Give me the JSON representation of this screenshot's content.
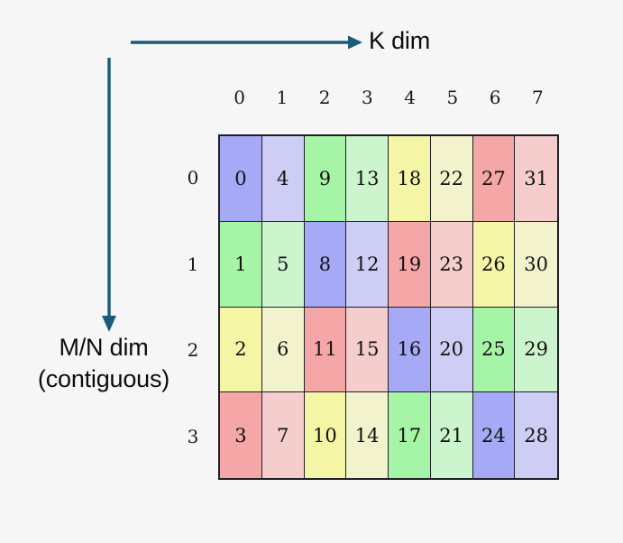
{
  "background_color": "#f5f6f5",
  "arrow_color": "#1a5c78",
  "axes": {
    "horizontal": {
      "label": "K dim",
      "icon": "right-arrow-icon"
    },
    "vertical": {
      "label_line1": "M/N dim",
      "label_line2": "(contiguous)",
      "icon": "down-arrow-icon"
    }
  },
  "grid": {
    "column_headers": [
      "0",
      "1",
      "2",
      "3",
      "4",
      "5",
      "6",
      "7"
    ],
    "row_headers": [
      "0",
      "1",
      "2",
      "3"
    ],
    "border_color": "#1f1f28",
    "palette": {
      "blue": "#a6a9f5",
      "blue_light": "#cdcdf5",
      "green": "#a6f5a6",
      "green_light": "#cdf5cd",
      "yellow": "#f5f5a6",
      "yellow_light": "#f2f2cd",
      "red": "#f5a6a6",
      "red_light": "#f5cdcd"
    },
    "rows": [
      [
        {
          "value": "0",
          "color": "#a6a9f5"
        },
        {
          "value": "4",
          "color": "#cdcdf5"
        },
        {
          "value": "9",
          "color": "#a6f5a6"
        },
        {
          "value": "13",
          "color": "#cdf5cd"
        },
        {
          "value": "18",
          "color": "#f5f5a6"
        },
        {
          "value": "22",
          "color": "#f2f2cd"
        },
        {
          "value": "27",
          "color": "#f5a6a6"
        },
        {
          "value": "31",
          "color": "#f5cdcd"
        }
      ],
      [
        {
          "value": "1",
          "color": "#a6f5a6"
        },
        {
          "value": "5",
          "color": "#cdf5cd"
        },
        {
          "value": "8",
          "color": "#a6a9f5"
        },
        {
          "value": "12",
          "color": "#cdcdf5"
        },
        {
          "value": "19",
          "color": "#f5a6a6"
        },
        {
          "value": "23",
          "color": "#f5cdcd"
        },
        {
          "value": "26",
          "color": "#f5f5a6"
        },
        {
          "value": "30",
          "color": "#f2f2cd"
        }
      ],
      [
        {
          "value": "2",
          "color": "#f5f5a6"
        },
        {
          "value": "6",
          "color": "#f2f2cd"
        },
        {
          "value": "11",
          "color": "#f5a6a6"
        },
        {
          "value": "15",
          "color": "#f5cdcd"
        },
        {
          "value": "16",
          "color": "#a6a9f5"
        },
        {
          "value": "20",
          "color": "#cdcdf5"
        },
        {
          "value": "25",
          "color": "#a6f5a6"
        },
        {
          "value": "29",
          "color": "#cdf5cd"
        }
      ],
      [
        {
          "value": "3",
          "color": "#f5a6a6"
        },
        {
          "value": "7",
          "color": "#f5cdcd"
        },
        {
          "value": "10",
          "color": "#f5f5a6"
        },
        {
          "value": "14",
          "color": "#f2f2cd"
        },
        {
          "value": "17",
          "color": "#a6f5a6"
        },
        {
          "value": "21",
          "color": "#cdf5cd"
        },
        {
          "value": "24",
          "color": "#a6a9f5"
        },
        {
          "value": "28",
          "color": "#cdcdf5"
        }
      ]
    ]
  }
}
